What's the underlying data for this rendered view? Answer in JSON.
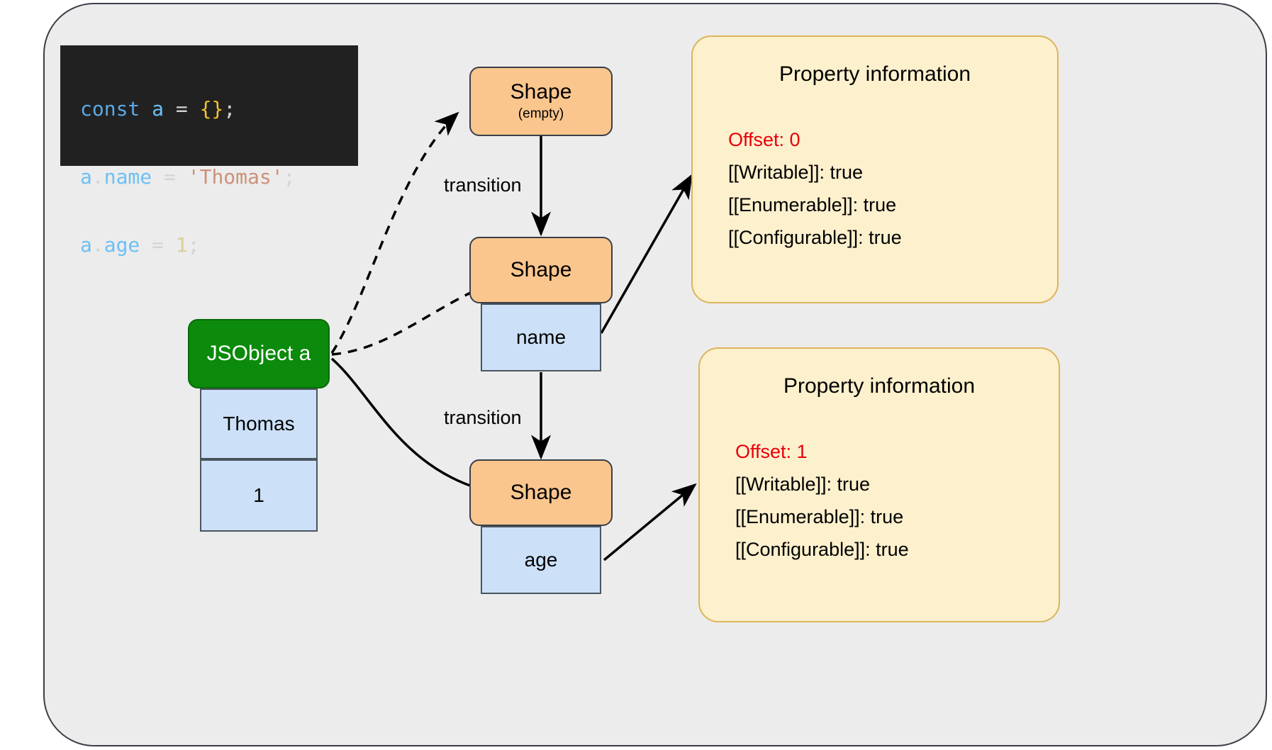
{
  "diagram": {
    "title": "JSObject Shape transition diagram",
    "background_color": "#ececec",
    "frame_border_color": "#3a3f47"
  },
  "code_block": {
    "background_color": "#212121",
    "lines": [
      {
        "tokens": [
          {
            "text": "const",
            "kind": "keyword",
            "color": "#5aa9e6"
          },
          {
            "text": " ",
            "kind": "space",
            "color": "#d4d4d4"
          },
          {
            "text": "a",
            "kind": "variable",
            "color": "#6cc0f5"
          },
          {
            "text": " = ",
            "kind": "operator",
            "color": "#d4d4d4"
          },
          {
            "text": "{}",
            "kind": "brace",
            "color": "#f2c230"
          },
          {
            "text": ";",
            "kind": "punctuation",
            "color": "#d4d4d4"
          }
        ]
      },
      {
        "tokens": [
          {
            "text": "a",
            "kind": "variable",
            "color": "#6cc0f5"
          },
          {
            "text": ".",
            "kind": "punctuation",
            "color": "#d4d4d4"
          },
          {
            "text": "name",
            "kind": "property",
            "color": "#6cc0f5"
          },
          {
            "text": " = ",
            "kind": "operator",
            "color": "#d4d4d4"
          },
          {
            "text": "'Thomas'",
            "kind": "string",
            "color": "#ce9178"
          },
          {
            "text": ";",
            "kind": "punctuation",
            "color": "#d4d4d4"
          }
        ]
      },
      {
        "tokens": [
          {
            "text": "a",
            "kind": "variable",
            "color": "#6cc0f5"
          },
          {
            "text": ".",
            "kind": "punctuation",
            "color": "#d4d4d4"
          },
          {
            "text": "age",
            "kind": "property",
            "color": "#6cc0f5"
          },
          {
            "text": " = ",
            "kind": "operator",
            "color": "#d4d4d4"
          },
          {
            "text": "1",
            "kind": "number",
            "color": "#d7d09a"
          },
          {
            "text": ";",
            "kind": "punctuation",
            "color": "#d4d4d4"
          }
        ]
      }
    ],
    "plain_text": "const a = {};\na.name = 'Thomas';\na.age = 1;"
  },
  "jsobject": {
    "label": "JSObject a",
    "header_color": "#0b8a0b",
    "header_text_color": "#ffffff",
    "slot_color": "#cce0f8",
    "slots": [
      {
        "value": "Thomas"
      },
      {
        "value": "1"
      }
    ]
  },
  "shapes": [
    {
      "id": "shape-empty",
      "title": "Shape",
      "subtitle": "(empty)",
      "fill": "#fbc68e",
      "slots": []
    },
    {
      "id": "shape-name",
      "title": "Shape",
      "subtitle": "",
      "fill": "#fbc68e",
      "slots": [
        {
          "label": "name"
        }
      ]
    },
    {
      "id": "shape-age",
      "title": "Shape",
      "subtitle": "",
      "fill": "#fbc68e",
      "slots": [
        {
          "label": "age"
        }
      ]
    }
  ],
  "edge_labels": {
    "transition_top": "transition",
    "transition_bottom": "transition"
  },
  "property_panels": [
    {
      "id": "property-panel-name",
      "title": "Property information",
      "offset_label": "Offset: 0",
      "offset_color": "#e8000b",
      "attributes": [
        "[[Writable]]: true",
        "[[Enumerable]]: true",
        "[[Configurable]]: true"
      ],
      "fill": "#fdf0cd",
      "border": "#dcb45c"
    },
    {
      "id": "property-panel-age",
      "title": "Property information",
      "offset_label": "Offset: 1",
      "offset_color": "#e8000b",
      "attributes": [
        "[[Writable]]: true",
        "[[Enumerable]]: true",
        "[[Configurable]]: true"
      ],
      "fill": "#fdf0cd",
      "border": "#dcb45c"
    }
  ]
}
